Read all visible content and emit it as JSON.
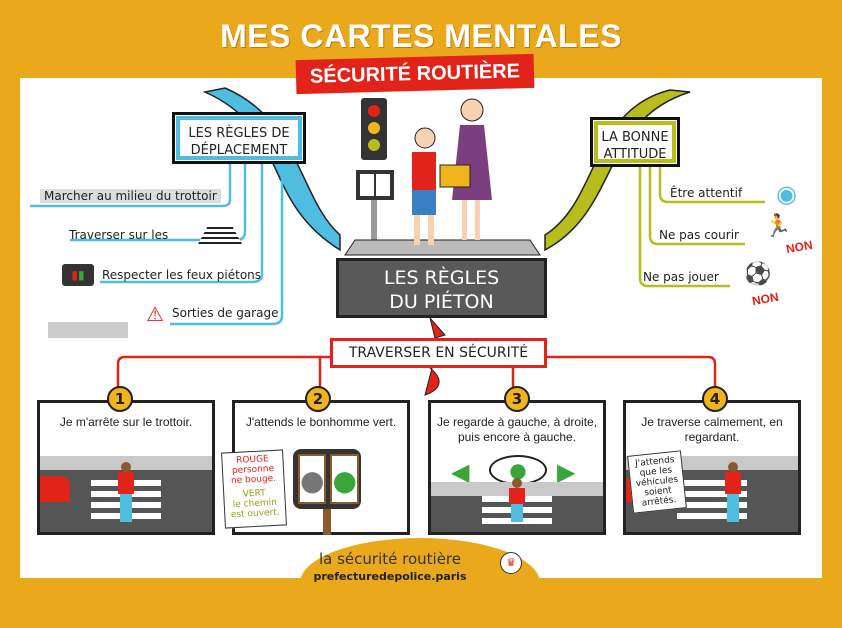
{
  "header": {
    "title": "MES CARTES MENTALES",
    "subtitle": "SÉCURITÉ ROUTIÈRE"
  },
  "center": {
    "line1": "LES RÈGLES",
    "line2": "DU PIÉTON"
  },
  "rules": {
    "title_line1": "LES RÈGLES DE",
    "title_line2": "DÉPLACEMENT",
    "items": [
      "Marcher au milieu du trottoir",
      "Traverser sur les",
      "Respecter les feux piétons",
      "Sorties de garage"
    ]
  },
  "attitude": {
    "title_line1": "LA BONNE",
    "title_line2": "ATTITUDE",
    "items": [
      "Être attentif",
      "Ne pas courir",
      "Ne pas jouer"
    ],
    "non_label": "NON"
  },
  "crossing": {
    "title": "TRAVERSER EN SÉCURITÉ",
    "steps": [
      {
        "number": "1",
        "caption": "Je m'arrête sur le trottoir."
      },
      {
        "number": "2",
        "caption": "J'attends le bonhomme vert.",
        "note_red_title": "ROUGE",
        "note_red_text": "personne ne bouge.",
        "note_green_title": "VERT",
        "note_green_text": "le chemin est ouvert."
      },
      {
        "number": "3",
        "caption": "Je regarde à gauche, à droite, puis encore à gauche."
      },
      {
        "number": "4",
        "caption": "Je traverse calmement, en regardant.",
        "note": "J'attends que les véhicules soient arrêtés."
      }
    ]
  },
  "footer": {
    "brand": "la sécurité routière",
    "site": "prefecturedepolice.paris"
  },
  "colors": {
    "background": "#e9a91a",
    "blue_branch": "#4fbde0",
    "green_branch": "#b6bd1d",
    "red_branch": "#e2231a",
    "center": "#595959"
  }
}
